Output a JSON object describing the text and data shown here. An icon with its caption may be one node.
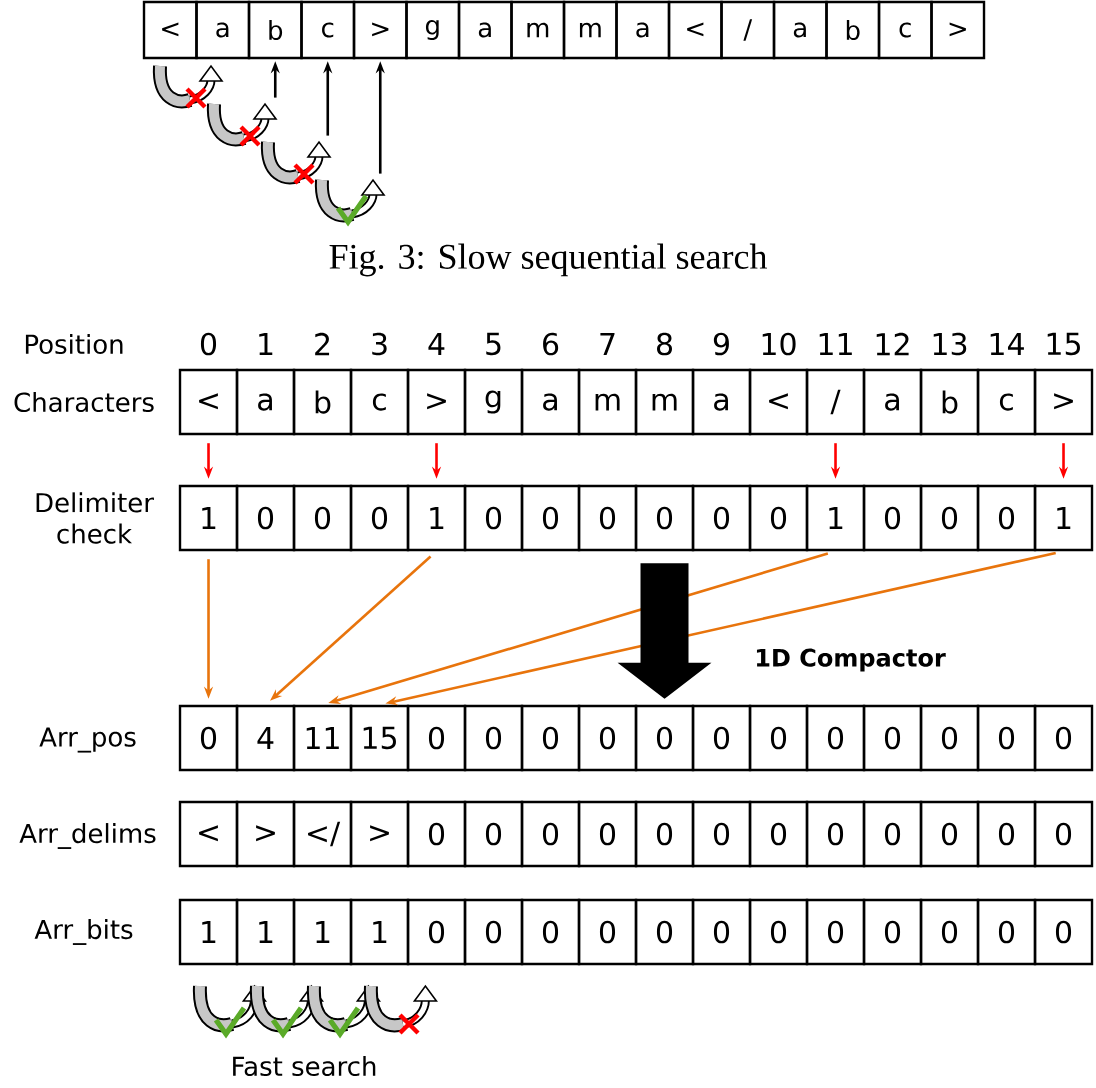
{
  "diagram": {
    "caption": "Fig. 3: Slow sequential search",
    "nodes": [
      {
        "text": [
          "<"
        ]
      },
      {
        "text": [
          "a"
        ]
      },
      {
        "text": [
          "b"
        ]
      },
      {
        "text": [
          "c"
        ]
      },
      {
        "text": [
          ">"
        ]
      },
      {
        "text": [
          "g"
        ]
      },
      {
        "text": [
          "a"
        ]
      },
      {
        "text": [
          "m"
        ]
      },
      {
        "text": [
          "m"
        ]
      },
      {
        "text": [
          "a"
        ]
      },
      {
        "text": [
          "<"
        ]
      },
      {
        "text": [
          "/"
        ]
      },
      {
        "text": [
          "a"
        ]
      },
      {
        "text": [
          "b"
        ]
      },
      {
        "text": [
          "c"
        ]
      },
      {
        "text": [
          ">"
        ]
      },
      {
        "text": [
          "<"
        ]
      },
      {
        "text": [
          "a"
        ]
      },
      {
        "text": [
          "b"
        ]
      },
      {
        "text": [
          "c"
        ]
      },
      {
        "text": [
          ">"
        ]
      },
      {
        "text": [
          "g"
        ]
      },
      {
        "text": [
          "a"
        ]
      },
      {
        "text": [
          "m"
        ]
      },
      {
        "text": [
          "m"
        ]
      },
      {
        "text": [
          "a"
        ]
      },
      {
        "text": [
          "<"
        ]
      },
      {
        "text": [
          "/"
        ]
      },
      {
        "text": [
          "a"
        ]
      },
      {
        "text": [
          "b"
        ]
      },
      {
        "text": [
          "c"
        ]
      },
      {
        "text": [
          ">"
        ]
      },
      {
        "text": [
          "1"
        ]
      },
      {
        "text": [
          "0"
        ]
      },
      {
        "text": [
          "0"
        ]
      },
      {
        "text": [
          "0"
        ]
      },
      {
        "text": [
          "1"
        ]
      },
      {
        "text": [
          "0"
        ]
      },
      {
        "text": [
          "0"
        ]
      },
      {
        "text": [
          "0"
        ]
      },
      {
        "text": [
          "0"
        ]
      },
      {
        "text": [
          "0"
        ]
      },
      {
        "text": [
          "0"
        ]
      },
      {
        "text": [
          "1"
        ]
      },
      {
        "text": [
          "0"
        ]
      },
      {
        "text": [
          "0"
        ]
      },
      {
        "text": [
          "0"
        ]
      },
      {
        "text": [
          "1"
        ]
      },
      {
        "text": [
          "0"
        ]
      },
      {
        "text": [
          "4"
        ]
      },
      {
        "text": [
          "11"
        ]
      },
      {
        "text": [
          "15"
        ]
      },
      {
        "text": [
          "0"
        ]
      },
      {
        "text": [
          "0"
        ]
      },
      {
        "text": [
          "0"
        ]
      },
      {
        "text": [
          "0"
        ]
      },
      {
        "text": [
          "0"
        ]
      },
      {
        "text": [
          "0"
        ]
      },
      {
        "text": [
          "0"
        ]
      },
      {
        "text": [
          "0"
        ]
      },
      {
        "text": [
          "0"
        ]
      },
      {
        "text": [
          "0"
        ]
      },
      {
        "text": [
          "0"
        ]
      },
      {
        "text": [
          "0"
        ]
      },
      {
        "text": [
          "<"
        ]
      },
      {
        "text": [
          ">"
        ]
      },
      {
        "text": [
          "</"
        ]
      },
      {
        "text": [
          ">"
        ]
      },
      {
        "text": [
          "0"
        ]
      },
      {
        "text": [
          "0"
        ]
      },
      {
        "text": [
          "0"
        ]
      },
      {
        "text": [
          "0"
        ]
      },
      {
        "text": [
          "0"
        ]
      },
      {
        "text": [
          "0"
        ]
      },
      {
        "text": [
          "0"
        ]
      },
      {
        "text": [
          "0"
        ]
      },
      {
        "text": [
          "0"
        ]
      },
      {
        "text": [
          "0"
        ]
      },
      {
        "text": [
          "0"
        ]
      },
      {
        "text": [
          "0"
        ]
      },
      {
        "text": [
          "1"
        ]
      },
      {
        "text": [
          "1"
        ]
      },
      {
        "text": [
          "1"
        ]
      },
      {
        "text": [
          "1"
        ]
      },
      {
        "text": [
          "0"
        ]
      },
      {
        "text": [
          "0"
        ]
      },
      {
        "text": [
          "0"
        ]
      },
      {
        "text": [
          "0"
        ]
      },
      {
        "text": [
          "0"
        ]
      },
      {
        "text": [
          "0"
        ]
      },
      {
        "text": [
          "0"
        ]
      },
      {
        "text": [
          "0"
        ]
      },
      {
        "text": [
          "0"
        ]
      },
      {
        "text": [
          "0"
        ]
      },
      {
        "text": [
          "0"
        ]
      },
      {
        "text": [
          "0"
        ]
      },
      {
        "text": [],
        "shape": "arrow"
      },
      {
        "text": [],
        "shape": "arrow"
      },
      {
        "text": [],
        "shape": "arrow"
      },
      {
        "text": [],
        "shape": "arrow"
      }
    ],
    "edges": [
      {
        "from": 97,
        "to": 2,
        "arrow": "to",
        "color": "#000000"
      },
      {
        "from": 98,
        "to": 3,
        "arrow": "to",
        "color": "#000000"
      },
      {
        "from": 99,
        "to": 4,
        "arrow": "to",
        "color": "#000000"
      },
      {
        "from": 16,
        "to": 32,
        "arrow": "to",
        "color": "#ff0000"
      },
      {
        "from": 20,
        "to": 36,
        "arrow": "to",
        "color": "#ff0000"
      },
      {
        "from": 27,
        "to": 43,
        "arrow": "to",
        "color": "#ff0000"
      },
      {
        "from": 31,
        "to": 47,
        "arrow": "to",
        "color": "#ff0000"
      },
      {
        "from": 32,
        "to": 48,
        "arrow": "to",
        "color": "#e8740c"
      },
      {
        "from": 36,
        "to": 49,
        "arrow": "to",
        "color": "#e8740c"
      },
      {
        "from": 43,
        "to": 50,
        "arrow": "to",
        "color": "#e8740c"
      },
      {
        "from": 47,
        "to": 51,
        "arrow": "to",
        "color": "#e8740c"
      },
      {
        "from": 40,
        "to": 56,
        "arrow": "to",
        "style": "thick",
        "color": "#000000"
      }
    ],
    "labels": [
      "Position",
      "0",
      "1",
      "2",
      "3",
      "4",
      "5",
      "6",
      "7",
      "8",
      "9",
      "10",
      "11",
      "12",
      "13",
      "14",
      "15",
      "Characters",
      "Delimiter check",
      "1D Compactor",
      "Arr_pos",
      "Arr_delims",
      "Arr_bits",
      "Fast search"
    ]
  }
}
